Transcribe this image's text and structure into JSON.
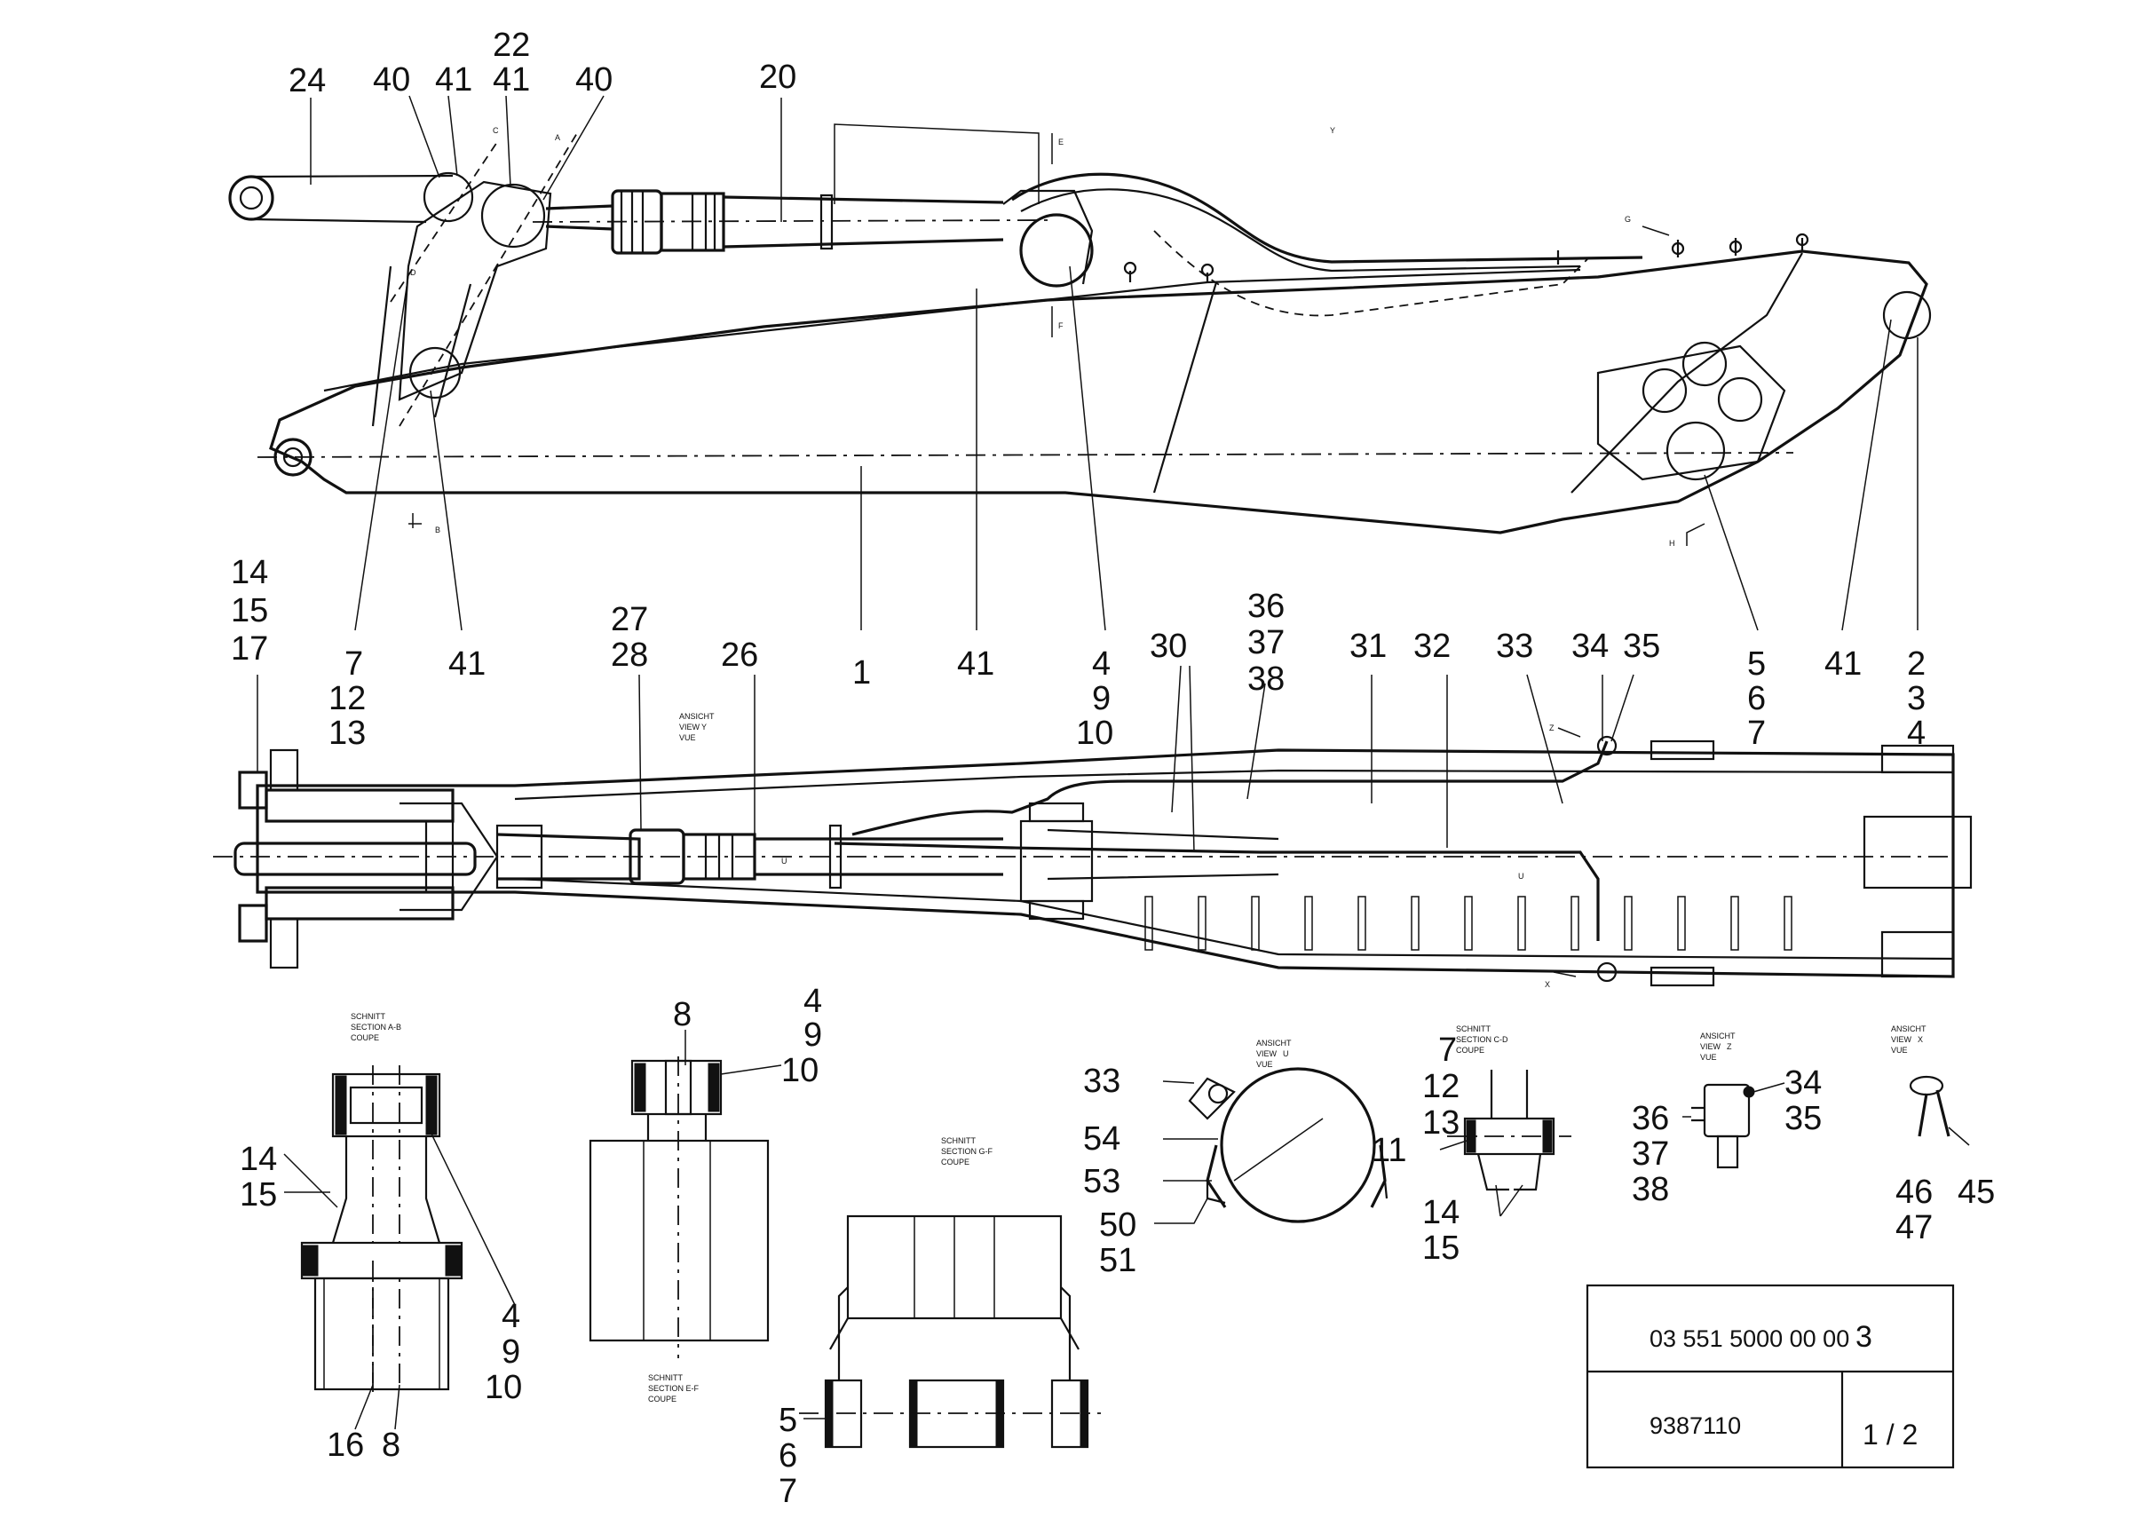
{
  "callouts_side": [
    "24",
    "40",
    "41",
    "22",
    "41",
    "40",
    "20",
    "41",
    "4",
    "9",
    "10",
    "1",
    "41",
    "7",
    "12",
    "13",
    "5",
    "6",
    "7",
    "41",
    "2",
    "3",
    "4"
  ],
  "callouts_top": [
    "14",
    "15",
    "17",
    "27",
    "28",
    "26",
    "30",
    "36",
    "37",
    "38",
    "31",
    "32",
    "33",
    "34",
    "35"
  ],
  "callouts_sections": [
    "8",
    "4",
    "9",
    "10",
    "14",
    "15",
    "4",
    "9",
    "10",
    "16",
    "8",
    "5",
    "6",
    "7",
    "33",
    "54",
    "53",
    "50",
    "51",
    "7",
    "12",
    "13",
    "11",
    "14",
    "15",
    "34",
    "35",
    "36",
    "37",
    "38",
    "46",
    "47",
    "45"
  ],
  "section_notes": [
    {
      "lines": [
        "SCHNITT",
        "SECTION A-B",
        "COUPE"
      ]
    },
    {
      "lines": [
        "SCHNITT",
        "SECTION E-F",
        "COUPE"
      ]
    },
    {
      "lines": [
        "SCHNITT",
        "SECTION G-F",
        "COUPE"
      ]
    },
    {
      "lines": [
        "ANSICHT",
        "VIEW",
        "VUE",
        "U"
      ]
    },
    {
      "lines": [
        "SCHNITT",
        "SECTION C-D",
        "COUPE"
      ]
    },
    {
      "lines": [
        "ANSICHT",
        "VIEW",
        "VUE",
        "Z"
      ]
    },
    {
      "lines": [
        "ANSICHT",
        "VIEW",
        "VUE",
        "X"
      ]
    },
    {
      "lines": [
        "ANSICHT",
        "VIEW",
        "VUE",
        "Y"
      ]
    }
  ],
  "view_markers": [
    "A",
    "B",
    "C",
    "D",
    "E",
    "F",
    "G",
    "H",
    "Y",
    "U",
    "Z",
    "X"
  ],
  "title_block": {
    "drawing_number": "03 551 5000 00 00",
    "revision": "3",
    "part_number": "9387110",
    "sheet": "1 / 2"
  }
}
